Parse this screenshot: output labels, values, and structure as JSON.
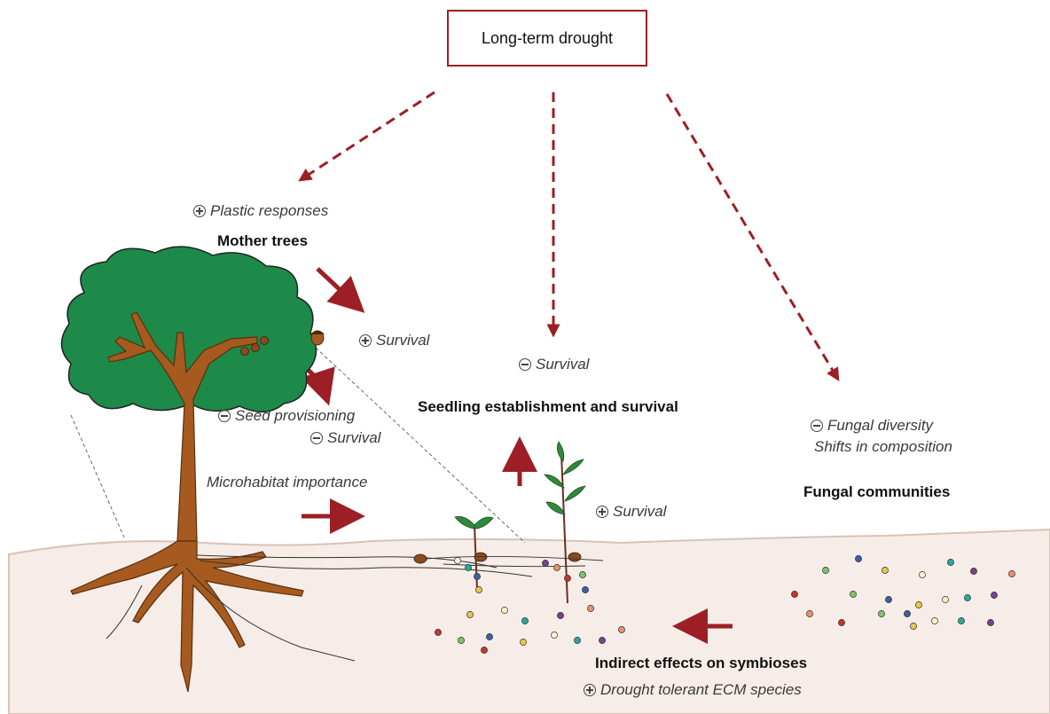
{
  "top_box": "Long-term drought",
  "mother_trees": {
    "response": "Plastic responses",
    "response_sign": "plus",
    "title": "Mother trees"
  },
  "tree_effects": {
    "survival": "Survival",
    "survival_sign": "plus",
    "seed_provisioning": "Seed provisioning",
    "seed_provisioning_sign": "minus",
    "seed_survival": "Survival",
    "seed_survival_sign": "minus",
    "microhabitat": "Microhabitat importance"
  },
  "seedlings": {
    "survival": "Survival",
    "survival_sign": "minus",
    "title": "Seedling establishment and survival",
    "seedling_survival": "Survival",
    "seedling_survival_sign": "plus"
  },
  "fungi": {
    "diversity": "Fungal diversity",
    "diversity_sign": "minus",
    "composition": "Shifts in composition",
    "title": "Fungal communities"
  },
  "symbioses": {
    "title": "Indirect effects on symbioses",
    "ecm": "Drought tolerant ECM species",
    "ecm_sign": "plus"
  },
  "colors": {
    "arrow": "#9c1f25",
    "canopy": "#1d8a4a",
    "trunk": "#a65a1f",
    "soil": "#f6ede8",
    "ground_line": "#d8c3b6"
  },
  "fungal_dot_colors": [
    "#e8916a",
    "#3d5fa8",
    "#2aa7a0",
    "#c0392b",
    "#e6c84a",
    "#7a3f8f",
    "#7cc46a",
    "#f4f4d0"
  ]
}
